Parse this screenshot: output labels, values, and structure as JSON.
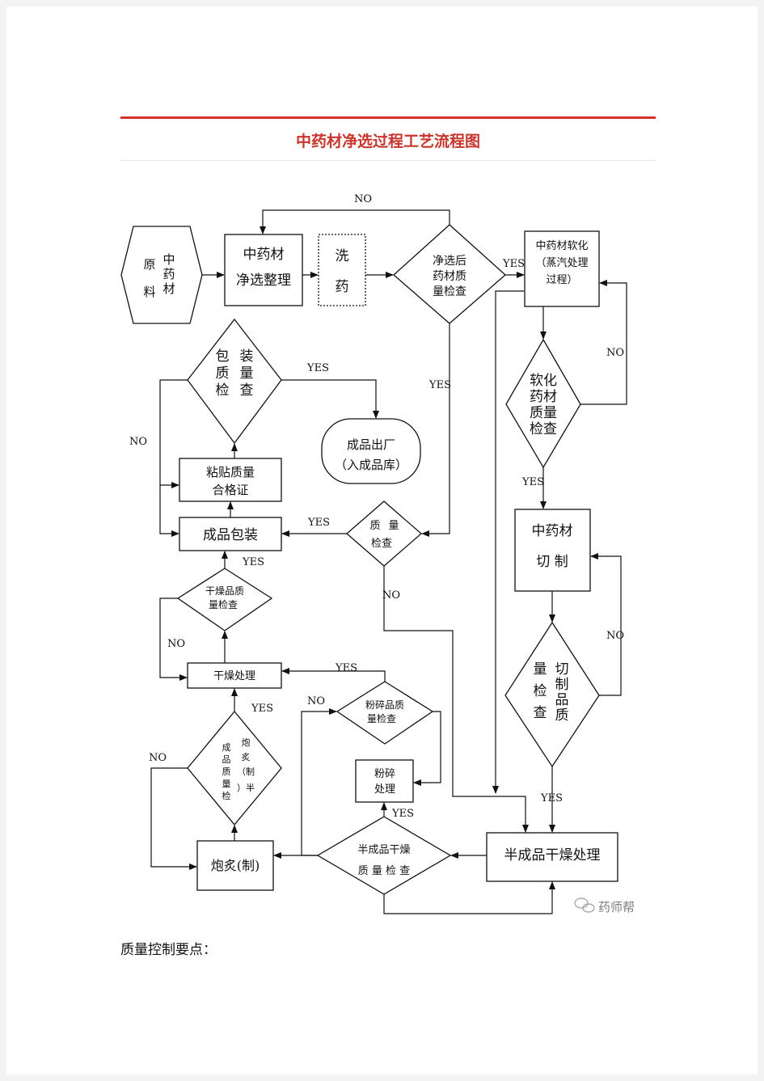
{
  "page_title": "中药材净选过程工艺流程图",
  "footer_text": "质量控制要点：",
  "watermark": "药师帮",
  "nodes": {
    "raw_material": [
      "原",
      "料",
      "中",
      "药",
      "材"
    ],
    "sorting": [
      "中药材",
      "净选整理"
    ],
    "wash": [
      "洗",
      "药"
    ],
    "sorted_check": [
      "净选后",
      "药材质",
      "量检查"
    ],
    "soften": [
      "中药材软化",
      "（蒸汽处理",
      "过程）"
    ],
    "soften_check": [
      "软化",
      "药材",
      "质量",
      "检查"
    ],
    "pack_check": [
      "包",
      "装",
      "质",
      "量",
      "检",
      "查"
    ],
    "shipment": [
      "成品出厂",
      "（入成品库）"
    ],
    "label": [
      "粘贴质量",
      "合格证"
    ],
    "quality_check": [
      "质",
      "量",
      "检查"
    ],
    "packaging": "成品包装",
    "cut": [
      "中药材",
      "切  制"
    ],
    "cut_check": [
      "量",
      "检",
      "查",
      "切",
      "制",
      "品",
      "质"
    ],
    "dry_check": [
      "干燥品质",
      "量检查"
    ],
    "dry": "干燥处理",
    "crush_check": [
      "粉碎品质",
      "量检查"
    ],
    "crush": [
      "粉碎",
      "处理"
    ],
    "processed_check": [
      "成",
      "品",
      "质",
      "量",
      "检",
      "炮",
      "炙",
      "（制",
      "）半"
    ],
    "processing": "炮炙(制)",
    "semi_dry_check": [
      "半成品干燥",
      "质 量 检 查"
    ],
    "semi_dry": "半成品干燥处理"
  },
  "labels": {
    "no": "NO",
    "yes": "YES"
  }
}
